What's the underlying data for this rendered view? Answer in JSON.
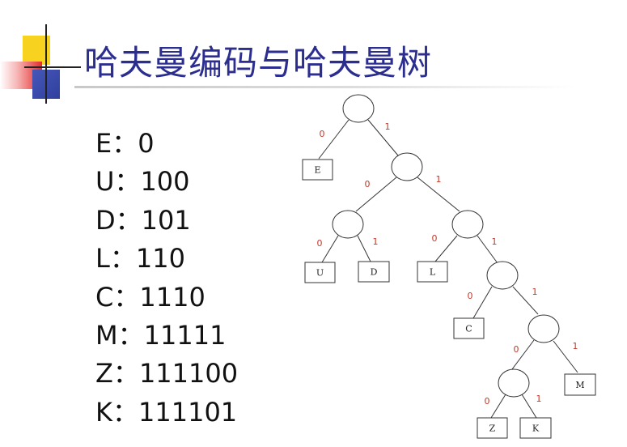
{
  "title": "哈夫曼编码与哈夫曼树",
  "codes": [
    {
      "symbol": "E",
      "code": "0"
    },
    {
      "symbol": "U",
      "code": "100"
    },
    {
      "symbol": "D",
      "code": "101"
    },
    {
      "symbol": "L",
      "code": "110"
    },
    {
      "symbol": "C",
      "code": "1110"
    },
    {
      "symbol": "M",
      "code": "11111"
    },
    {
      "symbol": "Z",
      "code": "111100"
    },
    {
      "symbol": "K",
      "code": "111101"
    }
  ],
  "separator": "：",
  "tree": {
    "edge_label_color": "#c0392b",
    "leaves": [
      "E",
      "U",
      "D",
      "L",
      "C",
      "M",
      "Z",
      "K"
    ],
    "edge_labels": [
      "0",
      "1",
      "0",
      "1",
      "0",
      "1",
      "0",
      "1",
      "0",
      "1",
      "0",
      "1",
      "0",
      "1"
    ]
  },
  "colors": {
    "title": "#2b2d8f",
    "logo_yellow": "#f7d21e",
    "logo_red": "#e52a2a",
    "logo_blue": "#2f3f9e"
  }
}
